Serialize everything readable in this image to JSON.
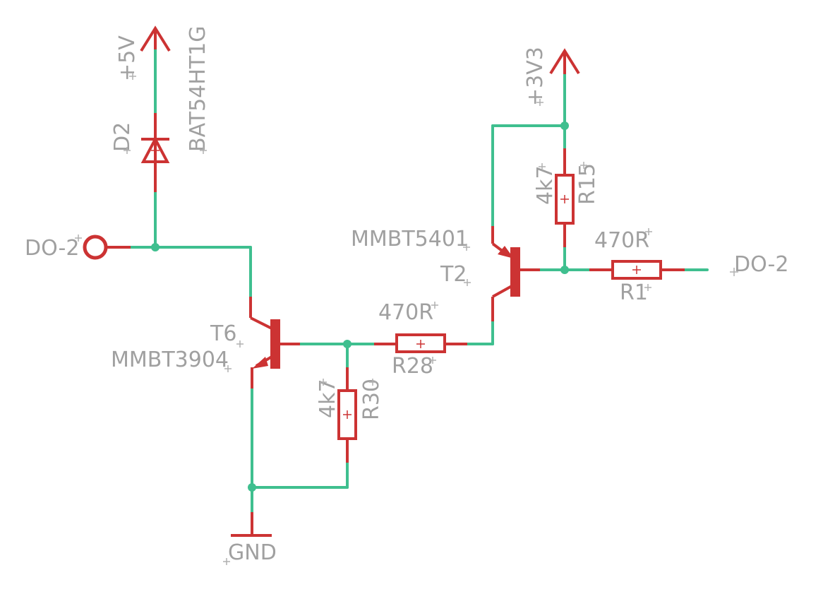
{
  "labels": {
    "supply_5v": "+5V",
    "supply_3v3": "+3V3",
    "gnd": "GND",
    "diode_name": "D2",
    "diode_value": "BAT54HT1G",
    "input_port": "DO-2",
    "output_port": "DO-2",
    "t6_name": "T6",
    "t6_value": "MMBT3904",
    "t2_name": "T2",
    "t2_value": "MMBT5401",
    "r28_name": "R28",
    "r28_value": "470R",
    "r30_name": "R30",
    "r30_value": "4k7",
    "r15_name": "R15",
    "r15_value": "4k7",
    "r1_name": "R1",
    "r1_value": "470R"
  },
  "colors": {
    "wire": "#3fbf8f",
    "part": "#cc3333",
    "label": "#a0a0a0",
    "background": "#ffffff"
  }
}
